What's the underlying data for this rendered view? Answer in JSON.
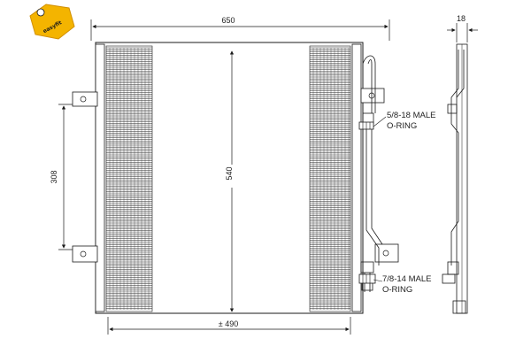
{
  "logo": {
    "text": "easyfit",
    "colors": {
      "badge": "#f4b400",
      "badge_dark": "#d18f00"
    }
  },
  "dimensions": {
    "width_total": "650",
    "height_core": "540",
    "height_mount": "308",
    "width_core": "± 490",
    "depth": "18"
  },
  "callouts": {
    "upper_line1": "5/8-18 MALE",
    "upper_line2": "O-RING",
    "lower_line1": "7/8-14 MALE",
    "lower_line2": "O-RING"
  },
  "colors": {
    "line": "#1a1a1a",
    "hatch": "#2a2a2a",
    "background": "#ffffff"
  }
}
